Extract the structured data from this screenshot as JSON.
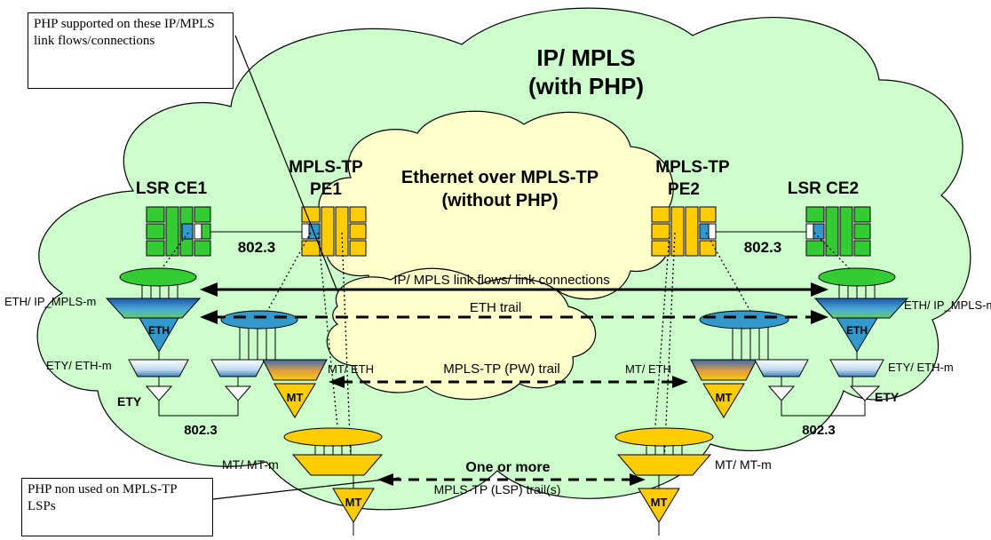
{
  "cloud_titles": {
    "ip_mpls_line1": "IP/ MPLS",
    "ip_mpls_line2": "(with PHP)",
    "eth_over_line1": "Ethernet over MPLS-TP",
    "eth_over_line2": "(without PHP)"
  },
  "nodes": {
    "ce1": "LSR CE1",
    "ce2": "LSR CE2",
    "pe1_line1": "MPLS-TP",
    "pe1_line2": "PE1",
    "pe2_line1": "MPLS-TP",
    "pe2_line2": "PE2"
  },
  "links": {
    "left_8023_top": "802.3",
    "right_8023_top": "802.3",
    "left_8023_bottom": "802.3",
    "right_8023_bottom": "802.3"
  },
  "adaptations": {
    "eth_ip_mpls_left": "ETH/ IP_MPLS-m",
    "eth_ip_mpls_right": "ETH/ IP_MPLS-m",
    "ety_eth_left": "ETY/ ETH-m",
    "ety_eth_right": "ETY/ ETH-m",
    "mt_eth_left": "MT/ ETH",
    "mt_eth_right": "MT/ ETH",
    "mt_mt_left": "MT/ MT-m",
    "mt_mt_right": "MT/ MT-m",
    "ety_left": "ETY",
    "ety_right": "ETY"
  },
  "triangles": {
    "eth": "ETH",
    "mt": "MT"
  },
  "trails": {
    "ip_mpls_link": "IP/ MPLS link flows/ link connections",
    "eth_trail": "ETH trail",
    "pw_trail": "MPLS-TP (PW) trail",
    "one_or_more": "One or more",
    "lsp_trail": "MPLS-TP (LSP) trail(s)"
  },
  "notes": {
    "top": "PHP supported on these IP/MPLS link flows/connections",
    "bottom": "PHP non used on MPLS-TP LSPs"
  },
  "colors": {
    "outer_cloud": "#ccffcc",
    "inner_cloud": "#ffffcc",
    "green_node": "#33cc33",
    "yellow_node": "#ffcc00",
    "eth_triangle": "#3399cc",
    "mt_triangle": "#ffcc00"
  }
}
